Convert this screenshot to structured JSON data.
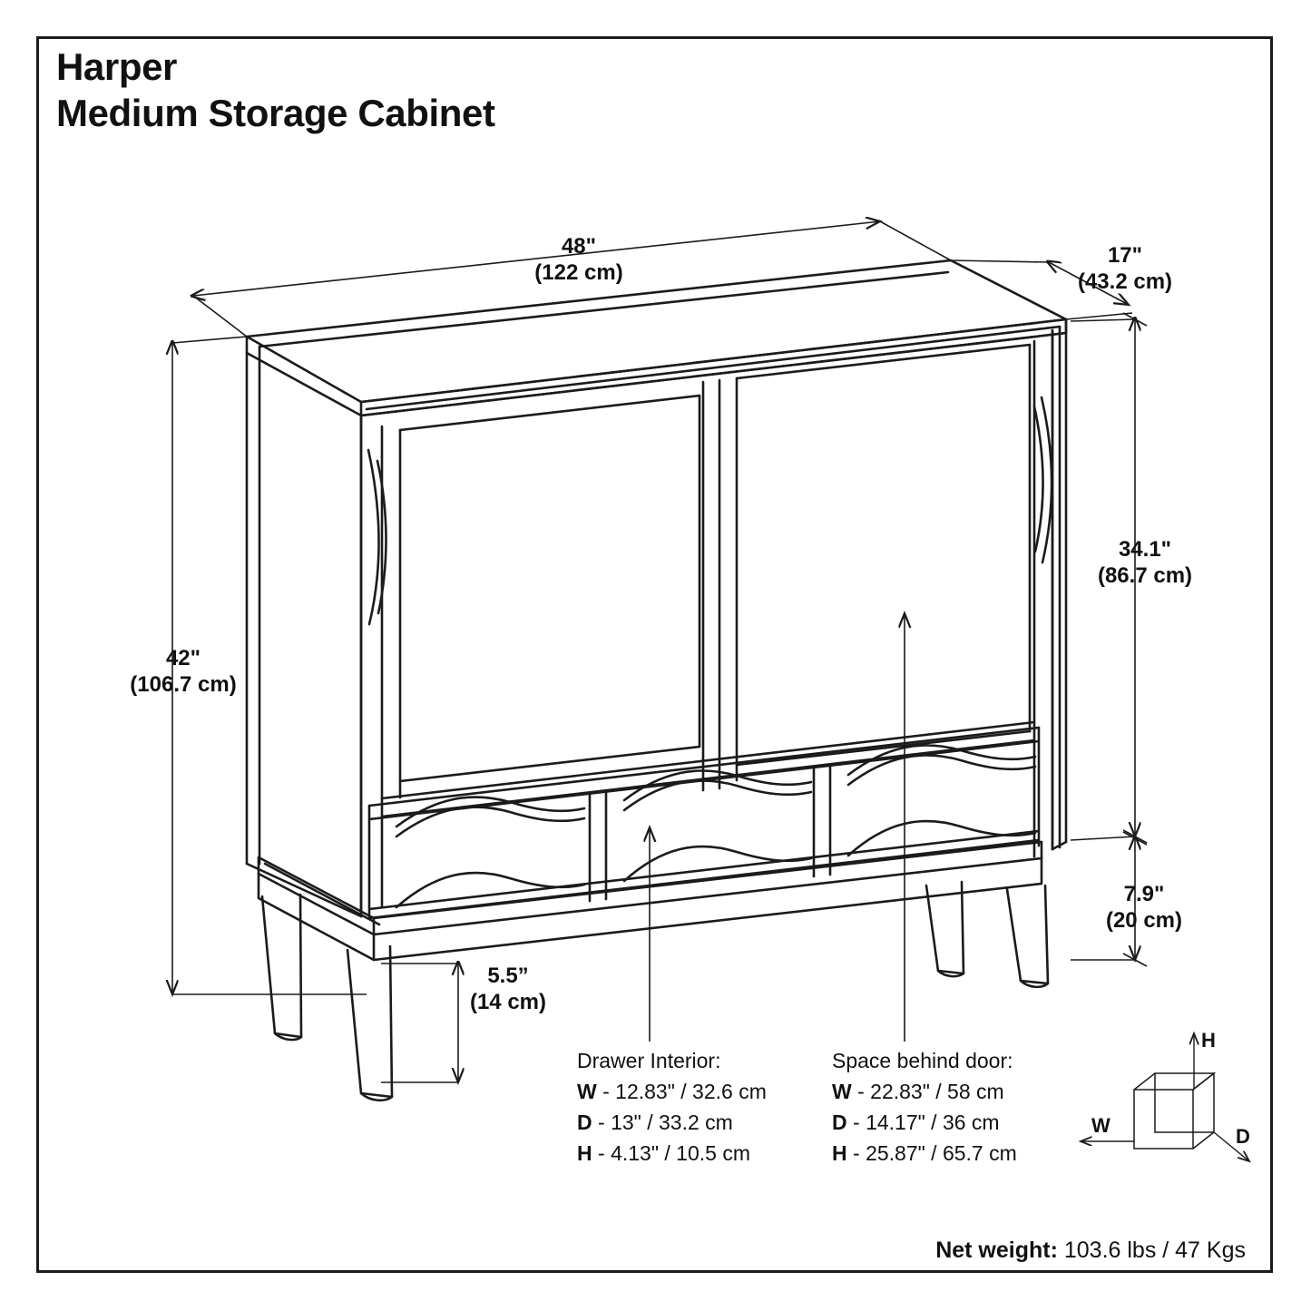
{
  "title": {
    "brand": "Harper",
    "product": "Medium Storage Cabinet"
  },
  "dimensions": {
    "width": {
      "imperial": "48\"",
      "metric": "(122 cm)"
    },
    "depth": {
      "imperial": "17\"",
      "metric": "(43.2 cm)"
    },
    "cabinet_height": {
      "imperial": "34.1\"",
      "metric": "(86.7 cm)"
    },
    "total_height": {
      "imperial": "42\"",
      "metric": "(106.7 cm)"
    },
    "drawer_bank_height": {
      "imperial": "7.9\"",
      "metric": "(20 cm)"
    },
    "leg_height": {
      "imperial": "5.5”",
      "metric": "(14 cm)"
    }
  },
  "callouts": {
    "drawer_interior": {
      "heading": "Drawer Interior:",
      "rows": [
        {
          "key": "W",
          "value": " - 12.83\" / 32.6 cm"
        },
        {
          "key": "D",
          "value": " - 13\" / 33.2 cm"
        },
        {
          "key": "H",
          "value": " - 4.13\" / 10.5 cm"
        }
      ]
    },
    "space_behind_door": {
      "heading": "Space behind door:",
      "rows": [
        {
          "key": "W",
          "value": " - 22.83\" / 58 cm"
        },
        {
          "key": "D",
          "value": " - 14.17\" / 36 cm"
        },
        {
          "key": "H",
          "value": " - 25.87\" / 65.7 cm"
        }
      ]
    }
  },
  "legend": {
    "height_axis": "H",
    "width_axis": "W",
    "depth_axis": "D"
  },
  "net_weight": {
    "label": "Net weight:",
    "value": " 103.6 lbs / 47 Kgs"
  },
  "colors": {
    "line": "#1b1b1b",
    "background": "#ffffff",
    "text": "#111111"
  }
}
